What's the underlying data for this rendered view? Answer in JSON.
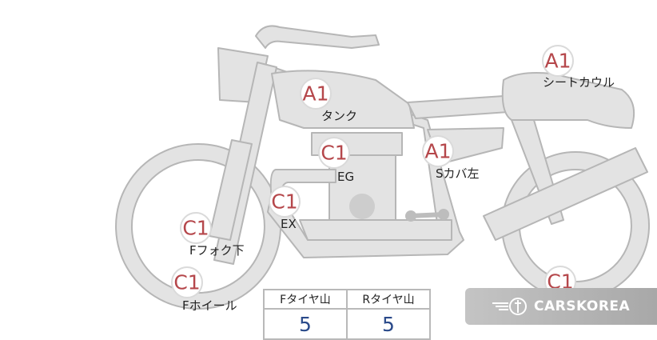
{
  "markers": [
    {
      "id": "seat-cowl",
      "grade": "A1",
      "label": "シートカウル"
    },
    {
      "id": "tank",
      "grade": "A1",
      "label": "タンク"
    },
    {
      "id": "engine",
      "grade": "C1",
      "label": "EG"
    },
    {
      "id": "side-cover-left",
      "grade": "A1",
      "label": "Sカバ左"
    },
    {
      "id": "exhaust",
      "grade": "C1",
      "label": "EX"
    },
    {
      "id": "front-fork-lower",
      "grade": "C1",
      "label": "Fフォク下"
    },
    {
      "id": "front-wheel",
      "grade": "C1",
      "label": "Fホイール"
    },
    {
      "id": "rear-wheel",
      "grade": "C1",
      "label": ""
    }
  ],
  "tire_table": {
    "front_label": "Fタイヤ山",
    "rear_label": "Rタイヤ山",
    "front_value": "5",
    "rear_value": "5"
  },
  "brand": {
    "name": "CARSKOREA"
  },
  "colors": {
    "body_fill": "#e4e4e4",
    "outline": "#b4b4b4",
    "grade_text": "#b5474b",
    "value_text": "#2a4a8a"
  }
}
